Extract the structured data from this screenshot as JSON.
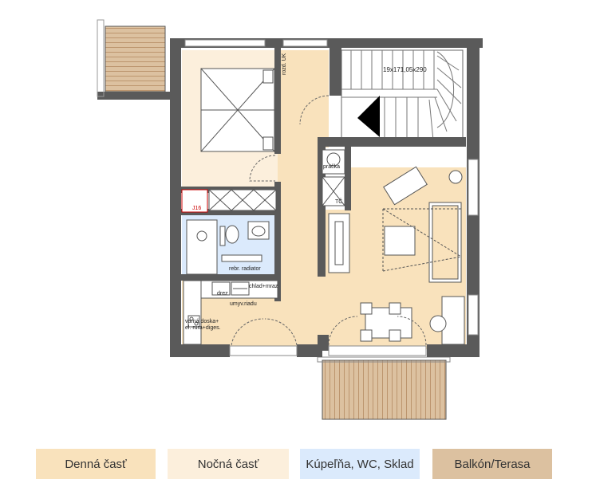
{
  "plan": {
    "labels": {
      "rozd": "rozd. UK",
      "j16": "J16",
      "stairs": "19x171,05x290",
      "pracka": "pračka",
      "tc": "TČ",
      "radiator": "rebr. radiator",
      "drez": "drez",
      "chlad": "chlad+mraz",
      "umyv": "umyv.riadu",
      "varna1": "varná doska+",
      "varna2": "el. rúra+diges."
    },
    "colors": {
      "day": "#f9e2bc",
      "night": "#fcefdc",
      "bath": "#dbeafc",
      "balcony": "#dcc1a0",
      "wall": "#5a5a5a"
    }
  },
  "legend": [
    {
      "label": "Denná časť",
      "color": "#f9e2bc"
    },
    {
      "label": "Nočná časť",
      "color": "#fcefdc"
    },
    {
      "label": "Kúpeľňa, WC, Sklad",
      "color": "#dbeafc"
    },
    {
      "label": "Balkón/Terasa",
      "color": "#dcc1a0"
    }
  ]
}
